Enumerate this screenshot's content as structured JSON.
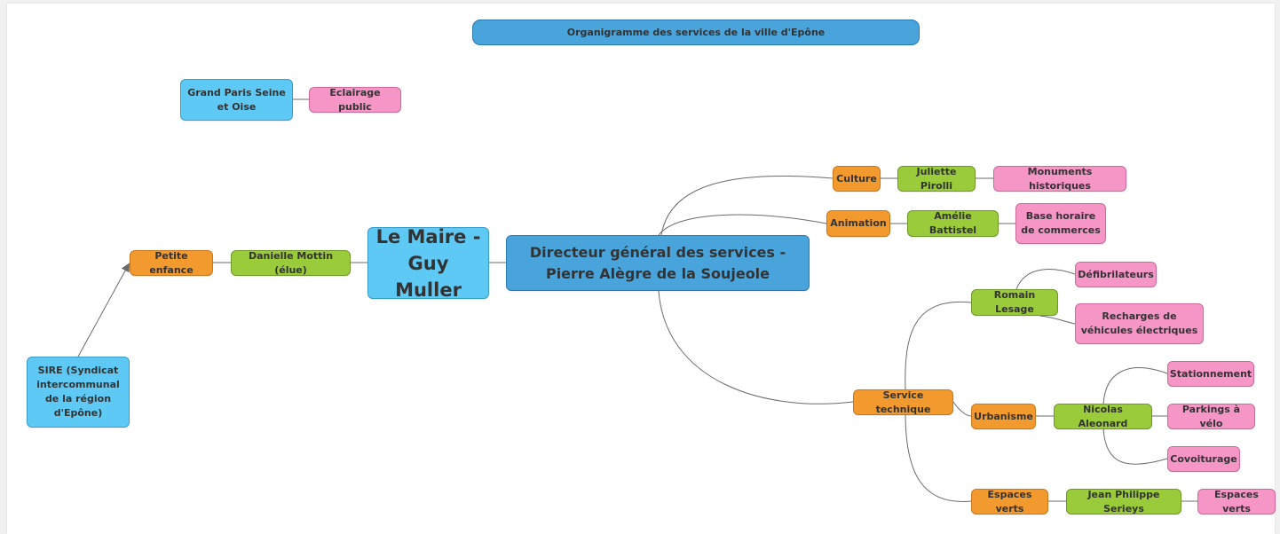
{
  "diagram": {
    "title": "Organigramme des services de la ville d'Epône",
    "nodes": {
      "grand_paris": "Grand Paris Seine et Oise",
      "eclairage": "Eclairage public",
      "sire": "SIRE (Syndicat intercommunal de la région d'Epône)",
      "petite_enfance": "Petite enfance",
      "mottin": "Danielle Mottin (élue)",
      "maire": "Le Maire - Guy Muller",
      "dgs": "Directeur général des services - Pierre Alègre de la Soujeole",
      "culture": "Culture",
      "pirolli": "Juliette Pirolli",
      "monuments": "Monuments historiques",
      "animation": "Animation",
      "battistel": "Amélie Battistel",
      "base_horaire": "Base horaire de commerces",
      "lesage": "Romain Lesage",
      "defibrillateurs": "Défibrilateurs",
      "recharges": "Recharges de véhicules électriques",
      "service_technique": "Service technique",
      "urbanisme": "Urbanisme",
      "aleonard": "Nicolas Aleonard",
      "stationnement": "Stationnement",
      "parkings_velo": "Parkings à vélo",
      "covoiturage": "Covoiturage",
      "espaces_verts": "Espaces verts",
      "serieys": "Jean Philippe Serieys",
      "espaces_verts_2": "Espaces verts"
    }
  },
  "colors": {
    "service": "#f39a2e",
    "person": "#9acb3b",
    "task": "#f596c6",
    "organization": "#5ec9f5",
    "title": "#4aa4dc",
    "link": "#6b6b6b"
  }
}
